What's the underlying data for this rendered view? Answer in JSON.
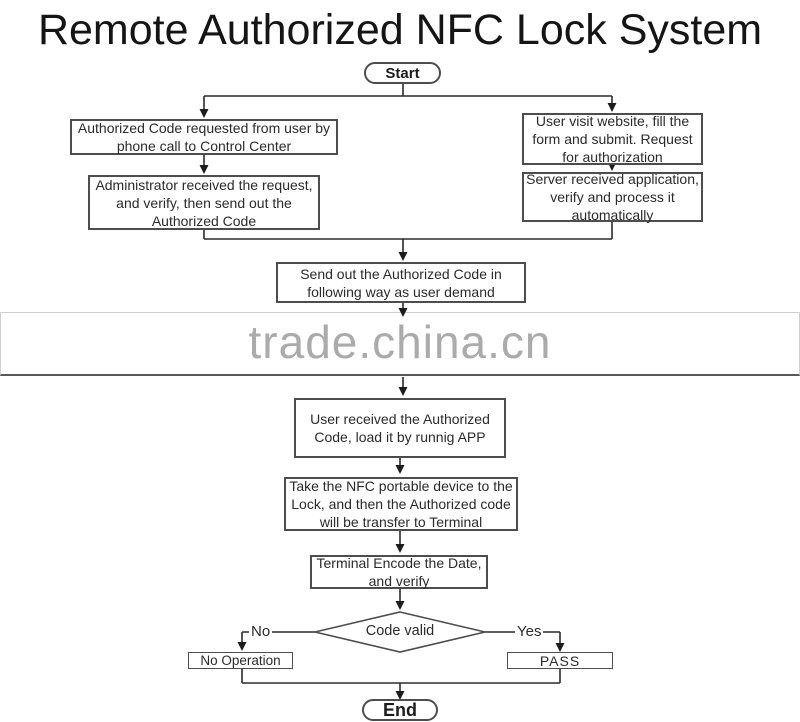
{
  "title": "Remote Authorized NFC Lock System",
  "watermark": {
    "text": "trade.china.cn"
  },
  "flow": {
    "start": "Start",
    "end": "End",
    "phone_request": "Authorized Code requested from user by phone call to Control Center",
    "admin_received": "Administrator received the request, and verify,  then send out the Authorized Code",
    "web_request": "User visit website, fill the form and submit. Request for authorization",
    "server_received": "Server received application, verify and process it automatically",
    "send_out": "Send out the Authorized Code in following way as user demand",
    "user_received": "User received the Authorized Code, load it by runnig APP",
    "take_nfc": "Take the NFC portable device to the Lock, and then the Authorized code will be transfer to Terminal",
    "terminal_encode": "Terminal Encode the Date, and verify",
    "decision": "Code valid",
    "label_no": "No",
    "label_yes": "Yes",
    "no_operation": "No Operation",
    "pass": "PASS"
  },
  "colors": {
    "line": "#2b2b2b",
    "box_border": "#4d4d4d",
    "watermark_gray": "#ababab"
  }
}
